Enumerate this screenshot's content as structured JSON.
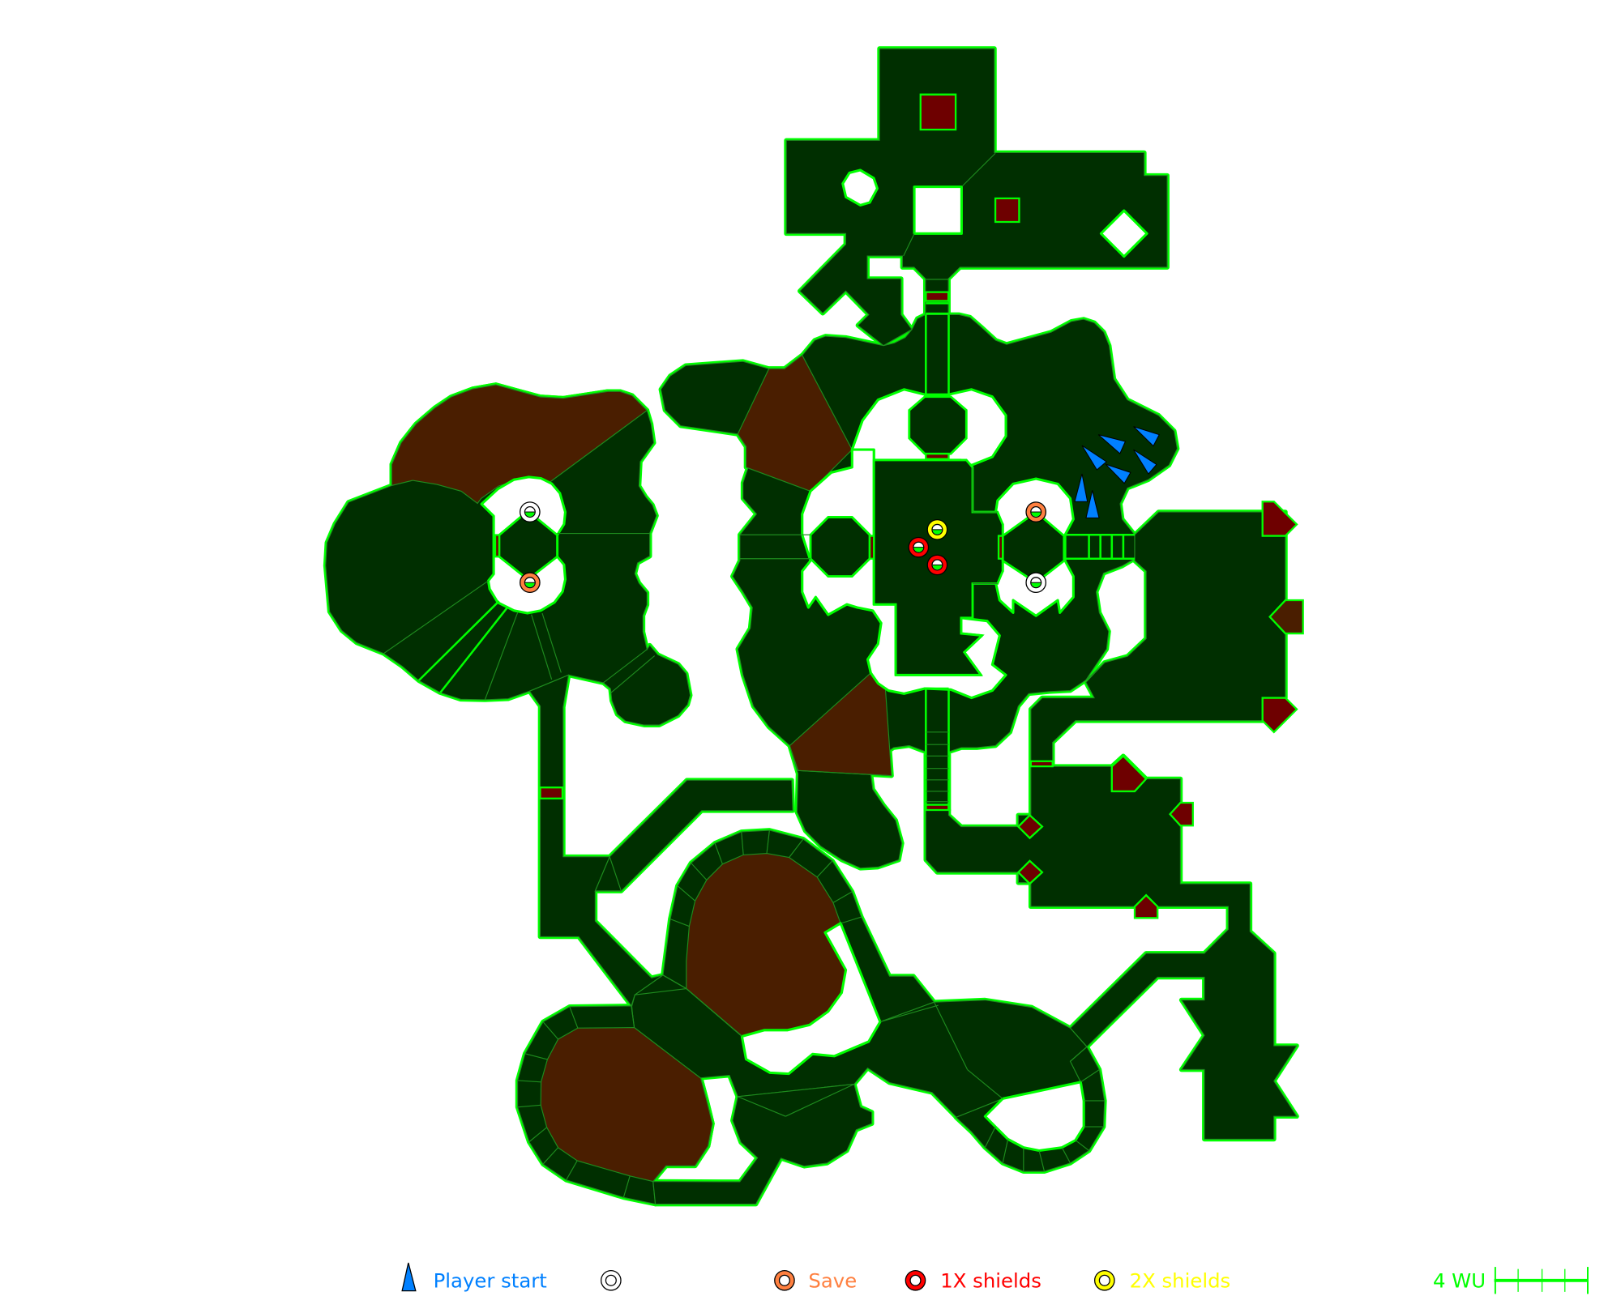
{
  "colors": {
    "floor": "#002f00",
    "wall": "#00ff00",
    "seam": "#1e8c1e",
    "liquid": "#4a1e00",
    "platform": "#6e0000",
    "player": "#0080ff",
    "save": "#ff8040",
    "shield1x": "#ff0000",
    "shield2x": "#ffff00",
    "pattern": "#ffffff"
  },
  "legend": {
    "player_start": {
      "label": "Player start",
      "icon": "player-start-triangle-icon"
    },
    "pattern_buffer": {
      "icon": "white-ring-icon"
    },
    "save": {
      "label": "Save",
      "icon": "orange-ring-icon"
    },
    "shield_1x": {
      "label": "1X shields",
      "icon": "red-ring-icon"
    },
    "shield_2x": {
      "label": "2X shields",
      "icon": "yellow-ring-icon"
    }
  },
  "scale": {
    "label": "4 WU",
    "units": 4
  }
}
